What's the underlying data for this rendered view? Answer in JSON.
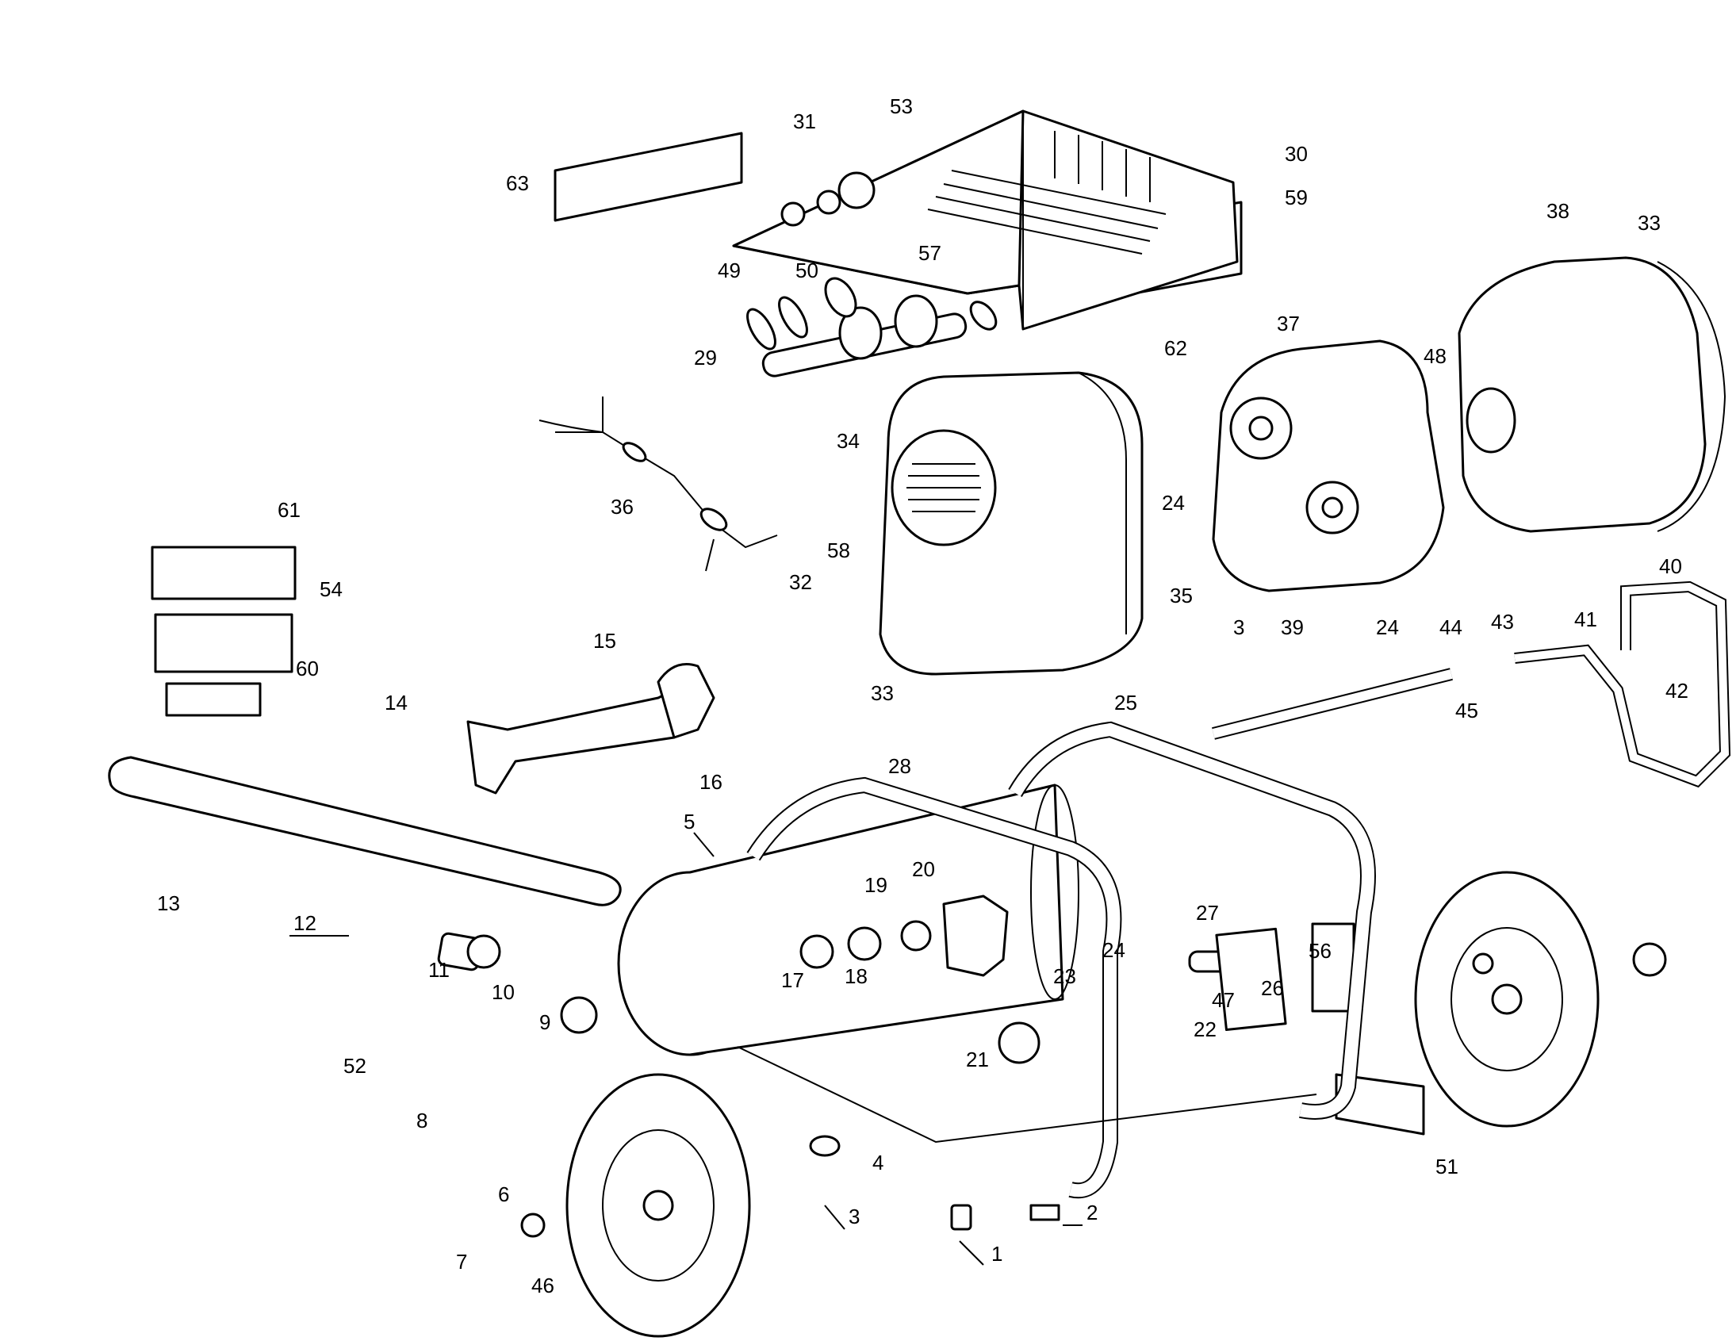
{
  "diagram": {
    "callouts": [
      "1",
      "2",
      "3",
      "4",
      "5",
      "6",
      "7",
      "8",
      "9",
      "10",
      "11",
      "12",
      "13",
      "14",
      "15",
      "16",
      "17",
      "18",
      "19",
      "20",
      "21",
      "22",
      "23",
      "24",
      "25",
      "26",
      "27",
      "28",
      "29",
      "30",
      "31",
      "32",
      "33",
      "34",
      "35",
      "36",
      "37",
      "38",
      "39",
      "40",
      "41",
      "42",
      "43",
      "44",
      "45",
      "46",
      "47",
      "48",
      "49",
      "50",
      "51",
      "52",
      "53",
      "54",
      "56",
      "57",
      "58",
      "59",
      "60",
      "61",
      "62",
      "63"
    ],
    "repeated_callouts": {
      "3": 2,
      "24": 3,
      "33": 2
    }
  }
}
